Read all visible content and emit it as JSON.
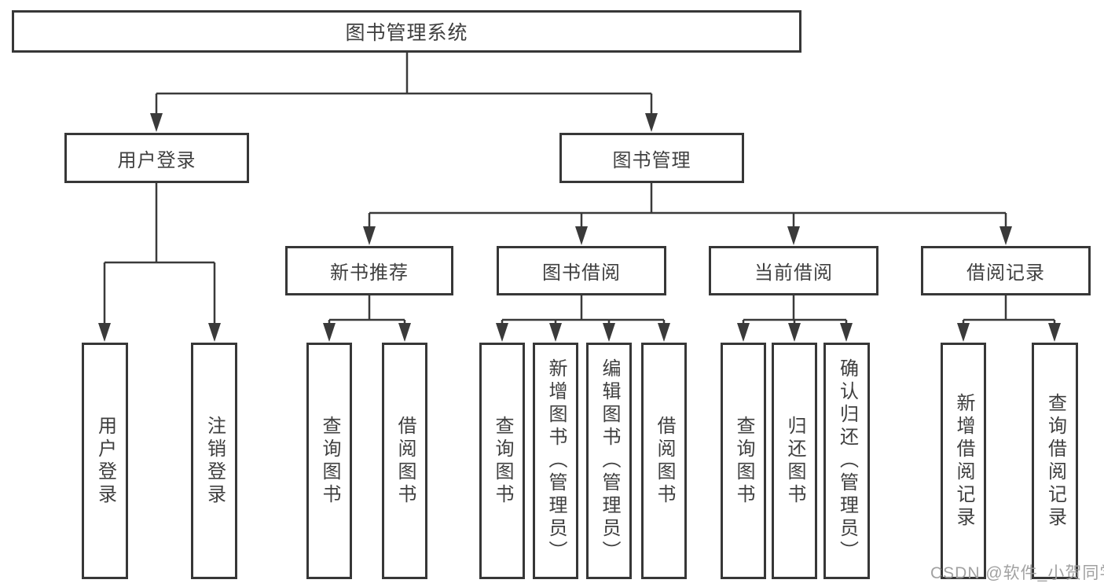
{
  "tree": {
    "label": "图书管理系统",
    "children": [
      {
        "label": "用户登录",
        "children": [
          {
            "label": "用户登录"
          },
          {
            "label": "注销登录"
          }
        ]
      },
      {
        "label": "图书管理",
        "children": [
          {
            "label": "新书推荐",
            "children": [
              {
                "label": "查询图书"
              },
              {
                "label": "借阅图书"
              }
            ]
          },
          {
            "label": "图书借阅",
            "children": [
              {
                "label": "查询图书"
              },
              {
                "label": "新增图书（管理员）"
              },
              {
                "label": "编辑图书（管理员）"
              },
              {
                "label": "借阅图书"
              }
            ]
          },
          {
            "label": "当前借阅",
            "children": [
              {
                "label": "查询图书"
              },
              {
                "label": "归还图书"
              },
              {
                "label": "确认归还（管理员）"
              }
            ]
          },
          {
            "label": "借阅记录",
            "children": [
              {
                "label": "新增借阅记录"
              },
              {
                "label": "查询借阅记录"
              }
            ]
          }
        ]
      }
    ]
  },
  "watermark": "CSDN @软件_小贺同学",
  "colors": {
    "line": "#3a3a3a",
    "border": "#373737",
    "text": "#3f3f3f",
    "watermark": "#9d9d9d",
    "background": "#ffffff"
  }
}
